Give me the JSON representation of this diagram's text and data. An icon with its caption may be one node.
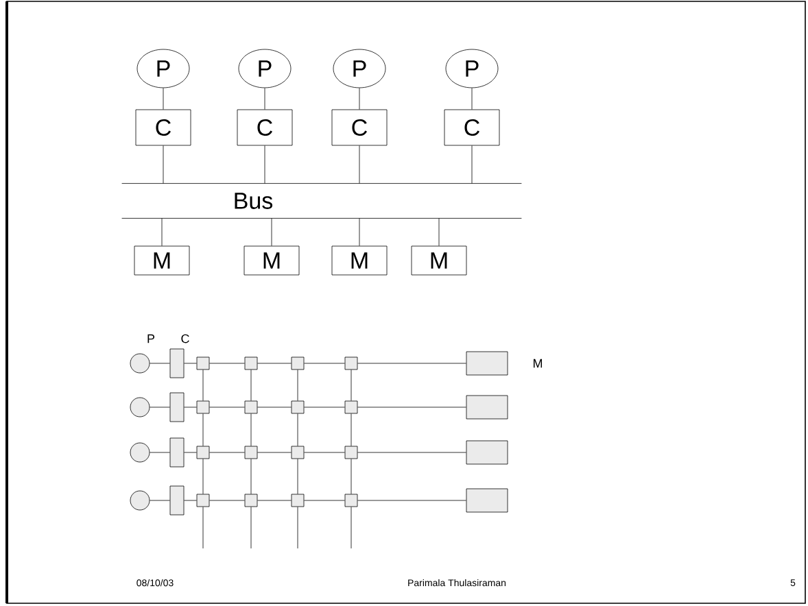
{
  "diagram": {
    "nodes": [
      {
        "text": [
          "P"
        ]
      },
      {
        "text": [
          "P"
        ]
      },
      {
        "text": [
          "P"
        ]
      },
      {
        "text": [
          "P"
        ]
      },
      {
        "text": [
          "C"
        ]
      },
      {
        "text": [
          "C"
        ]
      },
      {
        "text": [
          "C"
        ]
      },
      {
        "text": [
          "C"
        ]
      },
      {
        "text": [
          "Bus"
        ]
      },
      {
        "text": [
          "M"
        ]
      },
      {
        "text": [
          "M"
        ]
      },
      {
        "text": [
          "M"
        ]
      },
      {
        "text": [
          "M"
        ]
      },
      {
        "text": [],
        "shape": "circle"
      },
      {
        "text": [],
        "shape": "circle"
      },
      {
        "text": [],
        "shape": "circle"
      },
      {
        "text": [],
        "shape": "circle"
      },
      {
        "text": [],
        "shape": "bar"
      },
      {
        "text": [],
        "shape": "bar"
      },
      {
        "text": [],
        "shape": "bar"
      },
      {
        "text": [],
        "shape": "bar"
      },
      {
        "text": [],
        "shape": "box"
      },
      {
        "text": [],
        "shape": "box"
      },
      {
        "text": [],
        "shape": "box"
      },
      {
        "text": [],
        "shape": "box"
      },
      {
        "text": [],
        "shape": "box"
      },
      {
        "text": [],
        "shape": "box"
      },
      {
        "text": [],
        "shape": "box"
      },
      {
        "text": [],
        "shape": "box"
      },
      {
        "text": [],
        "shape": "box"
      },
      {
        "text": [],
        "shape": "box"
      },
      {
        "text": [],
        "shape": "box"
      },
      {
        "text": [],
        "shape": "box"
      },
      {
        "text": [],
        "shape": "box"
      },
      {
        "text": [],
        "shape": "box"
      },
      {
        "text": [],
        "shape": "box"
      },
      {
        "text": [],
        "shape": "box"
      },
      {
        "text": [],
        "shape": "box"
      },
      {
        "text": [],
        "shape": "box"
      },
      {
        "text": [],
        "shape": "box"
      },
      {
        "text": [],
        "shape": "box"
      }
    ],
    "edges": [
      {
        "from": 0,
        "to": 4,
        "arrow": "none"
      },
      {
        "from": 1,
        "to": 5,
        "arrow": "none"
      },
      {
        "from": 2,
        "to": 6,
        "arrow": "none"
      },
      {
        "from": 3,
        "to": 7,
        "arrow": "none"
      },
      {
        "from": 4,
        "to": 8,
        "arrow": "none"
      },
      {
        "from": 5,
        "to": 8,
        "arrow": "none"
      },
      {
        "from": 6,
        "to": 8,
        "arrow": "none"
      },
      {
        "from": 7,
        "to": 8,
        "arrow": "none"
      },
      {
        "from": 8,
        "to": 9,
        "arrow": "none"
      },
      {
        "from": 8,
        "to": 10,
        "arrow": "none"
      },
      {
        "from": 8,
        "to": 11,
        "arrow": "none"
      },
      {
        "from": 8,
        "to": 12,
        "arrow": "none"
      },
      {
        "from": 13,
        "to": 17,
        "arrow": "none"
      },
      {
        "from": 14,
        "to": 18,
        "arrow": "none"
      },
      {
        "from": 15,
        "to": 19,
        "arrow": "none"
      },
      {
        "from": 16,
        "to": 20,
        "arrow": "none"
      },
      {
        "from": 17,
        "to": 21,
        "arrow": "none"
      },
      {
        "from": 21,
        "to": 22,
        "arrow": "none"
      },
      {
        "from": 22,
        "to": 23,
        "arrow": "none"
      },
      {
        "from": 23,
        "to": 24,
        "arrow": "none"
      },
      {
        "from": 24,
        "to": 37,
        "arrow": "none"
      },
      {
        "from": 18,
        "to": 25,
        "arrow": "none"
      },
      {
        "from": 25,
        "to": 26,
        "arrow": "none"
      },
      {
        "from": 26,
        "to": 27,
        "arrow": "none"
      },
      {
        "from": 27,
        "to": 28,
        "arrow": "none"
      },
      {
        "from": 28,
        "to": 38,
        "arrow": "none"
      },
      {
        "from": 19,
        "to": 29,
        "arrow": "none"
      },
      {
        "from": 29,
        "to": 30,
        "arrow": "none"
      },
      {
        "from": 30,
        "to": 31,
        "arrow": "none"
      },
      {
        "from": 31,
        "to": 32,
        "arrow": "none"
      },
      {
        "from": 32,
        "to": 39,
        "arrow": "none"
      },
      {
        "from": 20,
        "to": 33,
        "arrow": "none"
      },
      {
        "from": 33,
        "to": 34,
        "arrow": "none"
      },
      {
        "from": 34,
        "to": 35,
        "arrow": "none"
      },
      {
        "from": 35,
        "to": 36,
        "arrow": "none"
      },
      {
        "from": 36,
        "to": 40,
        "arrow": "none"
      },
      {
        "from": 21,
        "to": 25,
        "arrow": "none"
      },
      {
        "from": 25,
        "to": 29,
        "arrow": "none"
      },
      {
        "from": 29,
        "to": 33,
        "arrow": "none"
      },
      {
        "from": 33,
        "to": null,
        "arrow": "none"
      },
      {
        "from": 22,
        "to": 26,
        "arrow": "none"
      },
      {
        "from": 26,
        "to": 30,
        "arrow": "none"
      },
      {
        "from": 30,
        "to": 34,
        "arrow": "none"
      },
      {
        "from": 34,
        "to": null,
        "arrow": "none"
      },
      {
        "from": 23,
        "to": 27,
        "arrow": "none"
      },
      {
        "from": 27,
        "to": 31,
        "arrow": "none"
      },
      {
        "from": 31,
        "to": 35,
        "arrow": "none"
      },
      {
        "from": 35,
        "to": null,
        "arrow": "none"
      },
      {
        "from": 24,
        "to": 28,
        "arrow": "none"
      },
      {
        "from": 28,
        "to": 32,
        "arrow": "none"
      },
      {
        "from": 32,
        "to": 36,
        "arrow": "none"
      },
      {
        "from": 36,
        "to": null,
        "arrow": "none"
      }
    ],
    "labels": [
      "P",
      "C",
      "M",
      "08/10/03",
      "Parimala Thulasiraman",
      "5"
    ]
  }
}
